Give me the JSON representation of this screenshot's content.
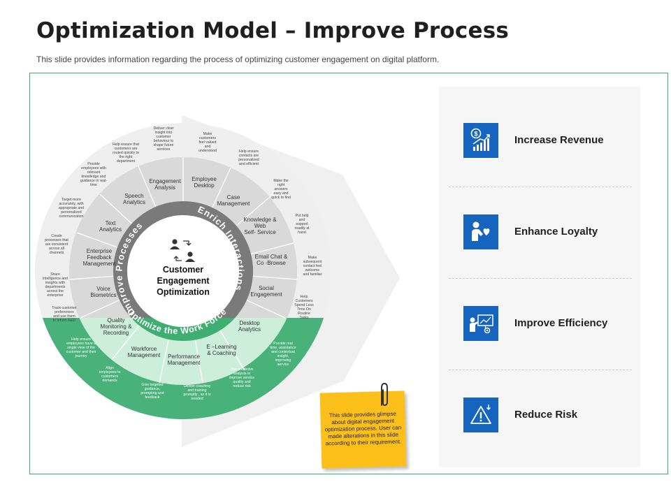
{
  "header": {
    "title": "Optimization Model – Improve Process",
    "subtitle": "This slide provides information regarding the process of optimizing customer engagement on digital platform."
  },
  "colors": {
    "green": "#3fae72",
    "ring_gray": "#7a7a7a",
    "icon_blue": "#1565c0",
    "note_yellow": "#fdbf1a"
  },
  "center": {
    "icon": "people-exchange-icon",
    "title_line1": "Customer",
    "title_line2": "Engagement",
    "title_line3": "Optimization"
  },
  "rings": {
    "improve_processes": "Improve Processes",
    "enrich_interactions": "Enrich Interactions",
    "optimize_work_force": "Optimize the Work Force"
  },
  "segments": {
    "employee_desktop": [
      "Employee",
      "Desktop"
    ],
    "case_management": [
      "Case",
      "Management"
    ],
    "knowledge_web": [
      "Knowledge &",
      "Web",
      "Self- Service"
    ],
    "email_chat": [
      "Email Chat &",
      "Co -Browse"
    ],
    "social_engagement": [
      "Social",
      "Engagement"
    ],
    "engagement_analysis": [
      "Engagement",
      "Analysis"
    ],
    "speech_analytics": [
      "Speech",
      "Analytics"
    ],
    "text_analytics": [
      "Text",
      "Analytics"
    ],
    "enterprise_feedback": [
      "Enterprise",
      "Feedback",
      "Management"
    ],
    "voice_biometrics": [
      "Voice",
      "Biometrics"
    ],
    "quality_monitoring": [
      "Quality",
      "Monitoring &",
      "Recording"
    ],
    "workforce_management": [
      "Workforce",
      "Management"
    ],
    "performance_management": [
      "Performance",
      "Management"
    ],
    "elearning": [
      "E –Learning",
      "& Coaching"
    ],
    "desktop_analytics": [
      "Desktop",
      "Analytics"
    ]
  },
  "outer_notes": {
    "deliver_clear": [
      "Deliver clear",
      "insight into",
      "customer",
      "behaviour to",
      "shape future",
      "services"
    ],
    "make_customers": [
      "Make",
      "customers",
      "feel valued",
      "and",
      "understood"
    ],
    "help_ensure_routed": [
      "Help ensure that",
      "customers are",
      "routed quickly to",
      "the right",
      "department"
    ],
    "help_ensure_contacts": [
      "Help ensure",
      "contacts are",
      "personalized",
      "and efficient"
    ],
    "provide_employees": [
      "Provide",
      "employees with",
      "relevant",
      "knowledge and",
      "guidance in real-",
      "time"
    ],
    "make_right_answers": [
      "Make the",
      "right",
      "answers",
      "easy and",
      "quick to find"
    ],
    "target_more": [
      "Target more",
      "accurately, with",
      "appropriate and",
      "personalized",
      "communication"
    ],
    "put_help": [
      "Put help",
      "and",
      "support",
      "readily at",
      "hand"
    ],
    "create_processes": [
      "Create",
      "processes that",
      "are consistent",
      "across all",
      "channels"
    ],
    "make_subsequent": [
      "Make",
      "subsequent",
      "contact feel",
      "welcome",
      "and familiar"
    ],
    "share_intelligence": [
      "Share",
      "intelligence and",
      "insights with",
      "departments",
      "across the",
      "enterprise"
    ],
    "help_customers_spend": [
      "Help",
      "Customers",
      "Spend Less",
      "Time On",
      "Routine",
      "Tasks"
    ],
    "track_customer": [
      "Track customer",
      "preferences",
      "and use them",
      "to inform R&D"
    ],
    "help_ensure_single": [
      "Help ensure",
      "employees have a",
      "single view of the",
      "customer and their",
      "journey"
    ],
    "provide_realtime": [
      "Provide real",
      "time, assistance",
      "and contextual",
      "insight,",
      "improving",
      "service"
    ],
    "align_employees": [
      "Align",
      "employees to",
      "customers",
      "demands"
    ],
    "use_predictive": [
      "Use predictive",
      "analysis to",
      "improve service",
      "quality and",
      "reduce risk"
    ],
    "give_targeted": [
      "Give targeted",
      "guidance,",
      "prompting and",
      "feedback"
    ],
    "deliver_coaching": [
      "Deliver coaching",
      "and training",
      "promptly , as it is",
      "needed"
    ]
  },
  "benefits": [
    {
      "label": "Increase Revenue",
      "icon": "revenue-chart-icon"
    },
    {
      "label": "Enhance Loyalty",
      "icon": "loyalty-heart-icon"
    },
    {
      "label": "Improve Efficiency",
      "icon": "efficiency-presentation-icon"
    },
    {
      "label": "Reduce Risk",
      "icon": "risk-warning-icon"
    }
  ],
  "sticky_note": {
    "text": "This slide provides glimpse about digital engagement optimization process. User can made alterations in this slide according to their requirement."
  }
}
